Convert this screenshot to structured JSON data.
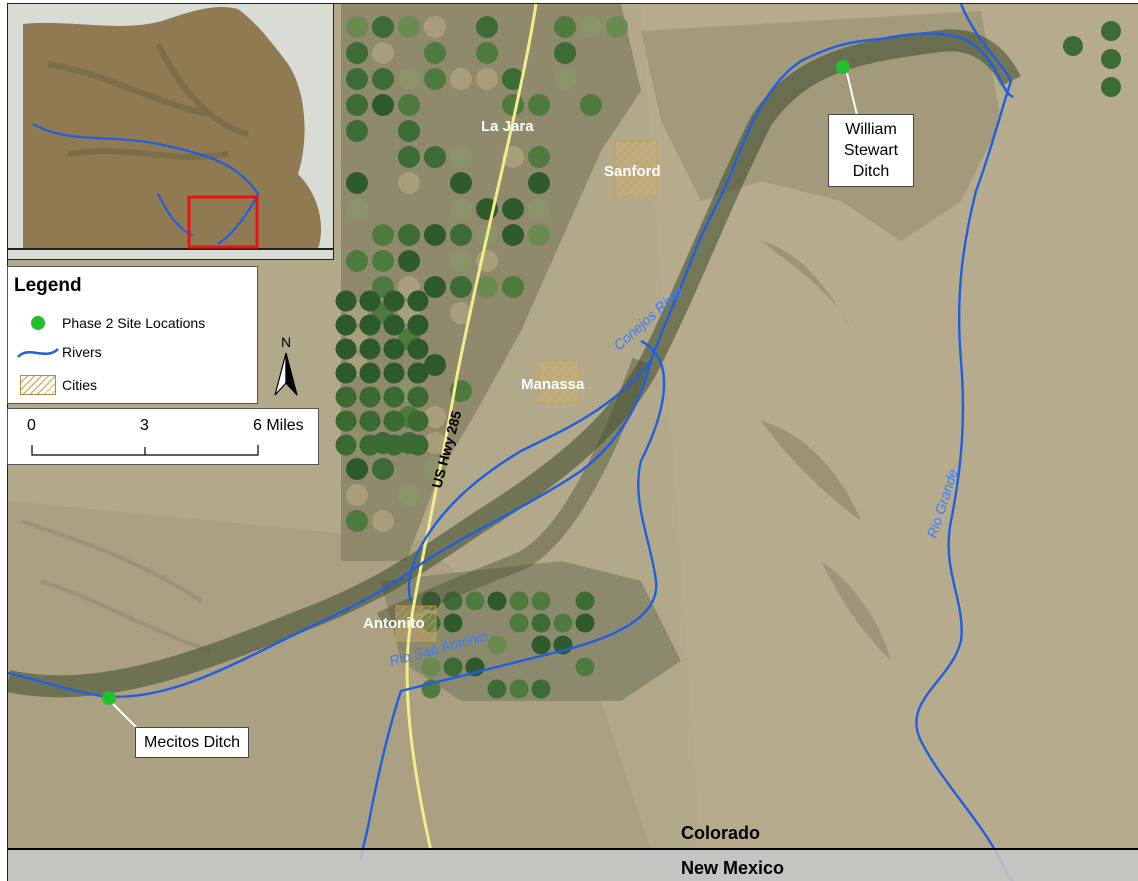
{
  "places": {
    "la_jara": "La Jara",
    "sanford": "Sanford",
    "manassa": "Manassa",
    "antonito": "Antonito"
  },
  "rivers": {
    "conejos": "Conejos River",
    "rio_grande": "Rio Grande",
    "rio_san_antonio": "Rio San Antonio"
  },
  "highway": "US Hwy 285",
  "states": {
    "colorado": "Colorado",
    "new_mexico": "New Mexico"
  },
  "sites": {
    "william": "William Stewart Ditch",
    "mecitos": "Mecitos Ditch"
  },
  "legend": {
    "title": "Legend",
    "items": [
      {
        "label": "Phase 2 Site Locations",
        "color": "#22c02c"
      },
      {
        "label": "Rivers",
        "color": "#1f5fe0"
      },
      {
        "label": "Cities",
        "color": "#c9a04a"
      }
    ]
  },
  "north_label": "N",
  "scale": {
    "labels": [
      "0",
      "3",
      "6 Miles"
    ]
  },
  "colors": {
    "river": "#1f5fe0",
    "site": "#22c02c",
    "inset_box": "#ee1111",
    "highway": "#f3ec8a"
  }
}
